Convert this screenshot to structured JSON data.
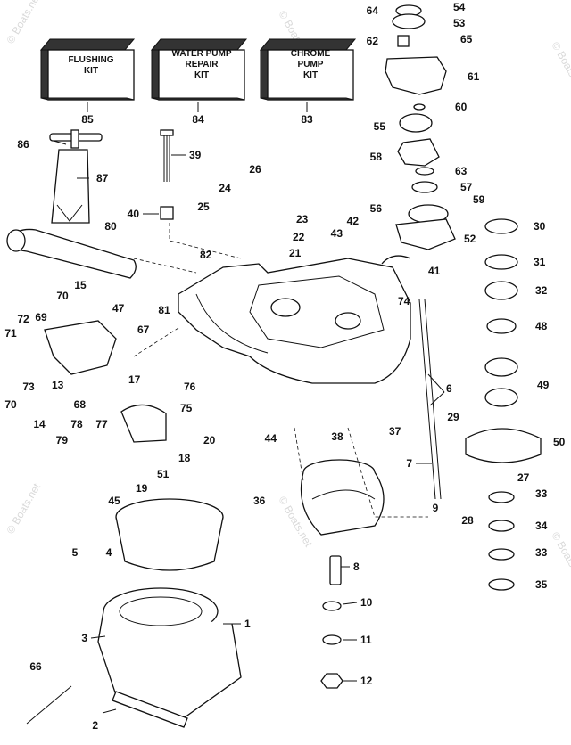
{
  "kits": [
    {
      "line1": "FLUSHING",
      "line2": "KIT",
      "line3": "",
      "number": "85"
    },
    {
      "line1": "WATER PUMP",
      "line2": "REPAIR",
      "line3": "KIT",
      "number": "84"
    },
    {
      "line1": "CHROME",
      "line2": "PUMP",
      "line3": "KIT",
      "number": "83"
    }
  ],
  "callouts": [
    "1",
    "2",
    "3",
    "4",
    "5",
    "6",
    "7",
    "8",
    "9",
    "10",
    "11",
    "12",
    "13",
    "14",
    "15",
    "17",
    "18",
    "19",
    "20",
    "21",
    "22",
    "23",
    "24",
    "25",
    "26",
    "27",
    "28",
    "29",
    "30",
    "31",
    "32",
    "33",
    "34",
    "35",
    "36",
    "37",
    "38",
    "39",
    "40",
    "41",
    "42",
    "43",
    "44",
    "45",
    "47",
    "48",
    "49",
    "50",
    "51",
    "52",
    "53",
    "54",
    "55",
    "56",
    "57",
    "58",
    "59",
    "60",
    "61",
    "62",
    "63",
    "64",
    "65",
    "66",
    "67",
    "68",
    "69",
    "70",
    "71",
    "72",
    "73",
    "74",
    "75",
    "76",
    "77",
    "78",
    "79",
    "80",
    "81",
    "82",
    "86",
    "87"
  ],
  "watermark": "© Boats.net"
}
